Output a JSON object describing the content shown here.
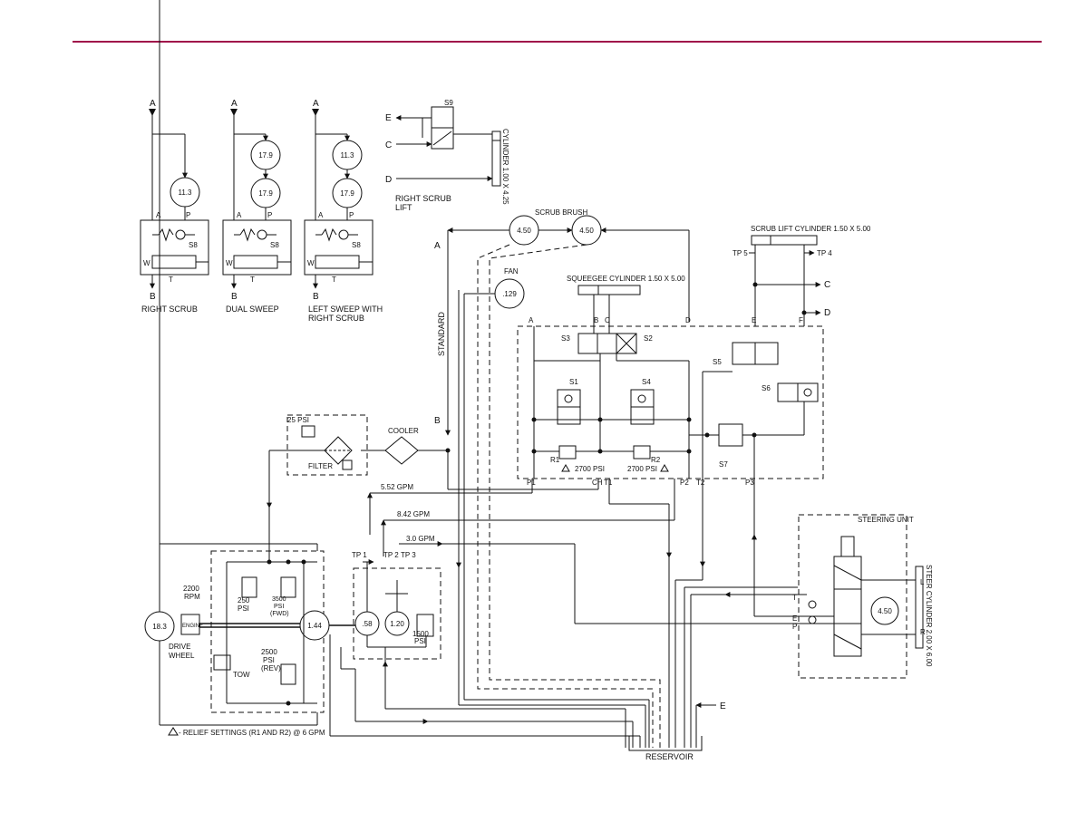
{
  "colors": {
    "rule": "#a0114a",
    "ink": "#111111"
  },
  "scrub_variants": [
    {
      "caption": "RIGHT SCRUB",
      "pumps": [
        "11.3"
      ],
      "valve": "S8",
      "ports": {
        "a": "A",
        "p": "P",
        "t": "T",
        "w": "W"
      },
      "top_port": "A",
      "bottom_port": "B"
    },
    {
      "caption": "DUAL SWEEP",
      "pumps": [
        "17.9",
        "17.9"
      ],
      "valve": "S8",
      "ports": {
        "a": "A",
        "p": "P",
        "t": "T",
        "w": "W"
      },
      "top_port": "A",
      "bottom_port": "B"
    },
    {
      "caption": "LEFT SWEEP WITH",
      "caption2": "RIGHT SCRUB",
      "pumps": [
        "11.3",
        "17.9"
      ],
      "valve": "S8",
      "ports": {
        "a": "A",
        "p": "P",
        "t": "T",
        "w": "W"
      },
      "top_port": "A",
      "bottom_port": "B"
    }
  ],
  "scrub_lift": {
    "valve": "S9",
    "ports": [
      "E",
      "C",
      "D"
    ],
    "cylinder": "CYLINDER 1.00 X 4.25",
    "caption1": "RIGHT SCRUB",
    "caption2": "LIFT"
  },
  "main": {
    "scrub_brush": "SCRUB BRUSH",
    "brush_motors": [
      "4.50",
      "4.50"
    ],
    "fan": "FAN",
    "fan_motor": ".129",
    "squeegee_cylinder": "SQUEEGEE CYLINDER 1.50 X 5.00",
    "scrub_lift_cylinder": "SCRUB LIFT CYLINDER 1.50 X 5.00",
    "standard": "STANDARD",
    "port_a": "A",
    "port_b": "B",
    "valves": [
      "S3",
      "S2",
      "S1",
      "S4",
      "S5",
      "S6",
      "S7"
    ],
    "block_ports": [
      "A",
      "B",
      "C",
      "D",
      "E",
      "F"
    ],
    "bottom_ports": [
      "P1",
      "CH",
      "T1",
      "P2",
      "T2",
      "P3"
    ],
    "test_points": [
      "TP 5",
      "TP 4",
      "TP 1",
      "TP 2",
      "TP 3"
    ],
    "out_c": "C",
    "out_d": "D",
    "relief1": "R1",
    "relief1_psi": "2700 PSI",
    "relief2": "R2",
    "relief2_psi": "2700 PSI",
    "filter_psi": "25 PSI",
    "filter": "FILTER",
    "cooler": "COOLER",
    "flow1": "5.52 GPM",
    "flow2": "8.42 GPM",
    "flow3": "3.0 GPM",
    "drive_wheel_motor": "18.3",
    "drive_wheel1": "DRIVE",
    "drive_wheel2": "WHEEL",
    "rpm1": "2200",
    "rpm2": "RPM",
    "engine": "ENGINE",
    "pump_main": "1.44",
    "pump_small": ".58",
    "pump_120": "1.20",
    "psi_250": "250",
    "psi_250b": "PSI",
    "psi_3500": "3500",
    "psi_3500b": "PSI",
    "psi_fwd": "(FWD)",
    "psi_2500": "2500",
    "psi_2500b": "PSI",
    "psi_rev": "(REV)",
    "psi_1500": "1500",
    "psi_1500b": "PSI",
    "tow": "TOW",
    "relief_note": "- RELIEF SETTINGS (R1 AND R2) @ 6 GPM",
    "reservoir": "RESERVOIR",
    "return_e": "E",
    "steering_unit": "STEERING UNIT",
    "steer_motor": "4.50",
    "steer_cylinder": "STEER CYLINDER 2.00 X 6.00",
    "steer_ports": [
      "T",
      "E",
      "P",
      "L",
      "R"
    ]
  }
}
